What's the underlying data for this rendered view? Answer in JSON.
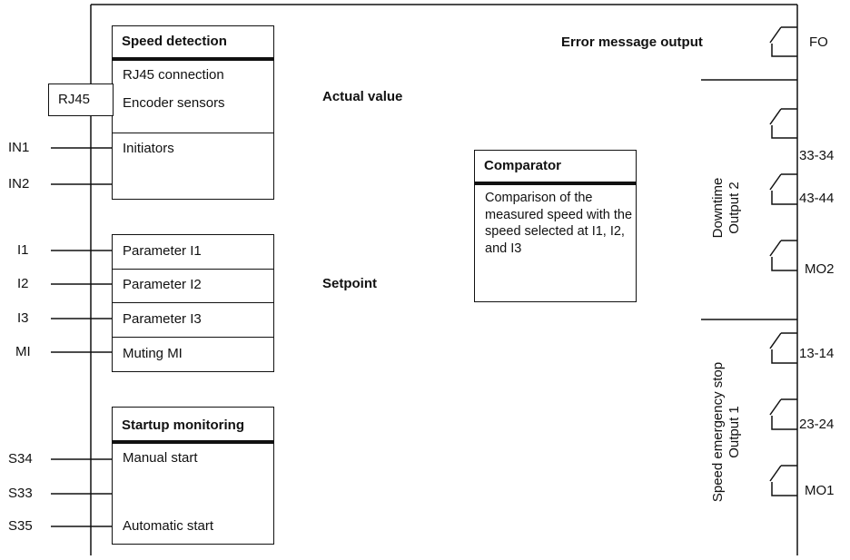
{
  "speed_detection": {
    "title": "Speed detection",
    "rj45_connection": "RJ45 connection",
    "encoder_sensors": "Encoder sensors",
    "initiators": "Initiators",
    "rj45_label": "RJ45"
  },
  "inputs": {
    "in1": "IN1",
    "in2": "IN2",
    "i1": "I1",
    "i2": "I2",
    "i3": "I3",
    "mi": "MI",
    "s34": "S34",
    "s33": "S33",
    "s35": "S35"
  },
  "parameters": {
    "p1": "Parameter I1",
    "p2": "Parameter I2",
    "p3": "Parameter I3",
    "muting": "Muting MI"
  },
  "startup": {
    "title": "Startup monitoring",
    "manual": "Manual start",
    "automatic": "Automatic start"
  },
  "labels": {
    "actual_value": "Actual value",
    "setpoint": "Setpoint",
    "error_output": "Error message output"
  },
  "comparator": {
    "title": "Comparator",
    "description": "Comparison of the measured speed with the speed selected at I1, I2, and I3"
  },
  "outputs": {
    "fo": "FO",
    "t3334": "33-34",
    "t4344": "43-44",
    "mo2": "MO2",
    "t1314": "13-14",
    "t2324": "23-24",
    "mo1": "MO1",
    "output2_line1": "Downtime",
    "output2_line2": "Output 2",
    "output1_line1": "Speed emergency stop",
    "output1_line2": "Output 1"
  }
}
